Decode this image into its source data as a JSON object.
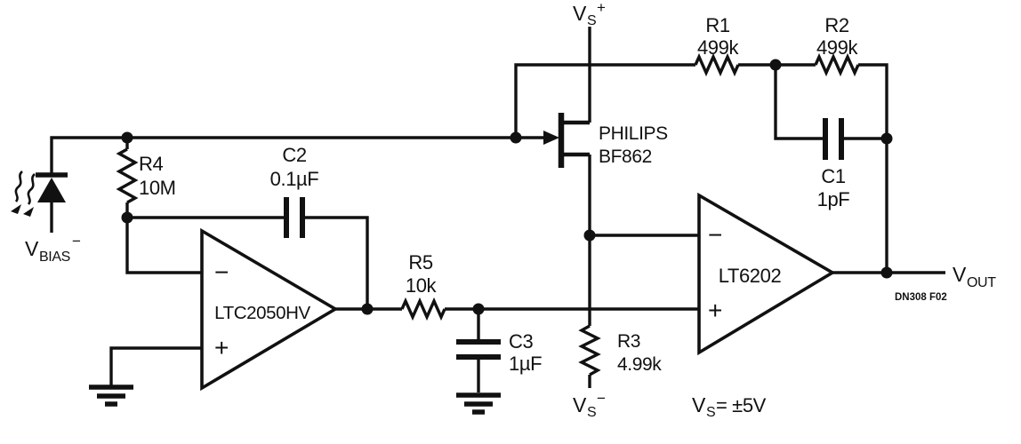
{
  "power": {
    "vs_plus": {
      "base": "V",
      "sub": "S",
      "sup": "+"
    },
    "vs_minus": {
      "base": "V",
      "sub": "S",
      "sup": "−"
    },
    "vbias": {
      "base": "V",
      "sub": "BIAS",
      "sup": "−"
    },
    "vout": {
      "base": "V",
      "sub": "OUT"
    },
    "supply_note": {
      "base": "V",
      "sub": "S",
      "equals": "= ±5V"
    }
  },
  "components": {
    "r1": {
      "ref": "R1",
      "value": "499k"
    },
    "r2": {
      "ref": "R2",
      "value": "499k"
    },
    "r3": {
      "ref": "R3",
      "value": "4.99k"
    },
    "r4": {
      "ref": "R4",
      "value": "10M"
    },
    "r5": {
      "ref": "R5",
      "value": "10k"
    },
    "c1": {
      "ref": "C1",
      "value": "1pF"
    },
    "c2": {
      "ref": "C2",
      "value": "0.1µF"
    },
    "c3": {
      "ref": "C3",
      "value": "1µF"
    },
    "opamp1": {
      "part": "LTC2050HV",
      "inverting": "−",
      "noninverting": "+"
    },
    "opamp2": {
      "part": "LT6202",
      "inverting": "−",
      "noninverting": "+"
    },
    "jfet": {
      "manufacturer": "PHILIPS",
      "part": "BF862"
    }
  },
  "figure": {
    "code": "DN308 F02"
  }
}
